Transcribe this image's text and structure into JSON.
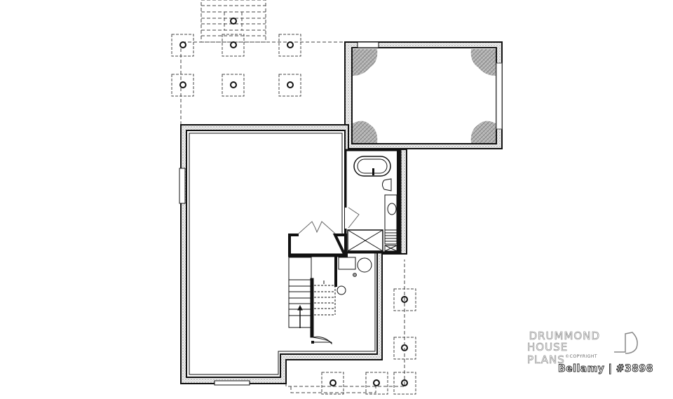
{
  "brand": {
    "line1": "DRUMMOND",
    "line2": "HOUSE PLANS",
    "copyright": "©COPYRIGHT"
  },
  "plan": {
    "name": "Bellamy | #3898"
  },
  "colors": {
    "wall": "#1a1a1a",
    "insulation": "#d8d8d8",
    "dashed": "#555555",
    "background": "#ffffff",
    "hatch": "#888888"
  },
  "elements": {
    "rooms": [
      "main-basement-space",
      "unexcavated-area",
      "bathroom",
      "closet",
      "mechanical-room",
      "stairwell"
    ],
    "fixtures": [
      "freestanding-tub",
      "toilet",
      "sink-vanity",
      "shower",
      "water-heater",
      "floor-drain"
    ],
    "posts_count": 12
  }
}
